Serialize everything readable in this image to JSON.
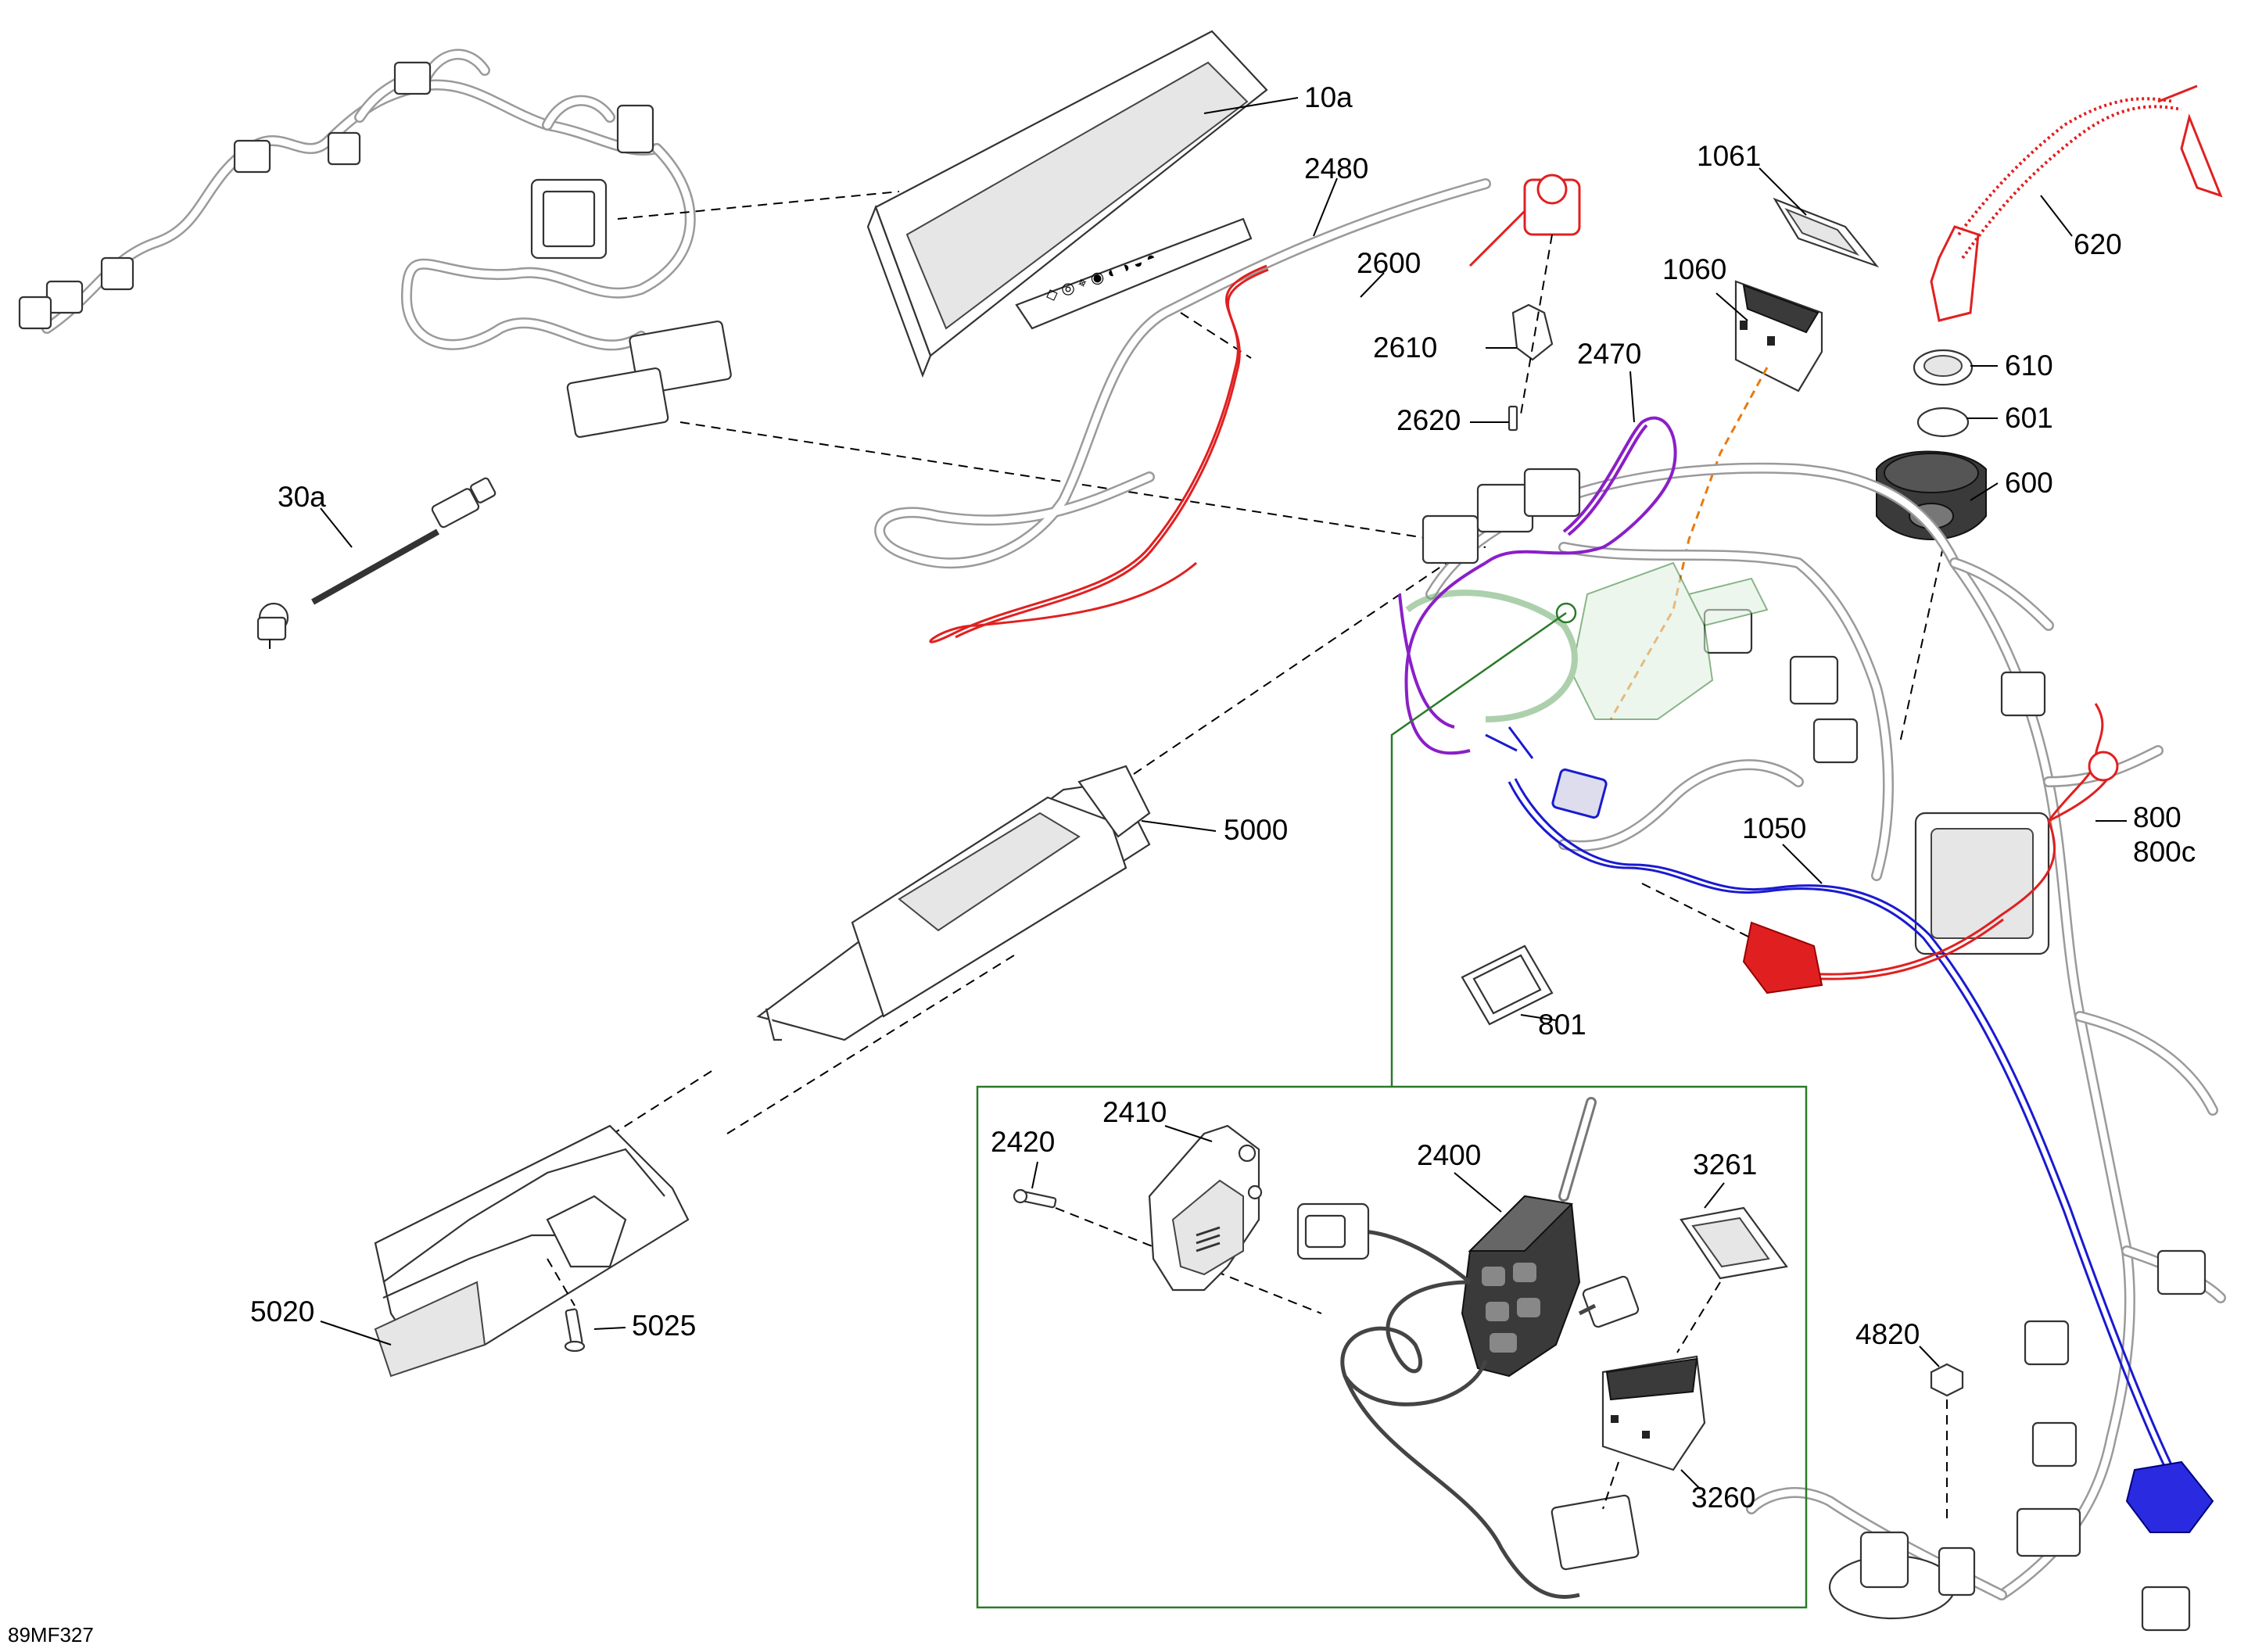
{
  "diagram": {
    "figure_code": "89MF327",
    "callouts": {
      "p10a": "10a",
      "p2480": "2480",
      "p2600": "2600",
      "p2610": "2610",
      "p2620": "2620",
      "p2470": "2470",
      "p1061": "1061",
      "p1060": "1060",
      "p620": "620",
      "p610": "610",
      "p601": "601",
      "p600": "600",
      "p30a": "30a",
      "p5000": "5000",
      "p1050": "1050",
      "p800": "800",
      "p800c": "800c",
      "p801": "801",
      "p5020": "5020",
      "p5025": "5025",
      "p2410": "2410",
      "p2420": "2420",
      "p2400": "2400",
      "p3261": "3261",
      "p3260": "3260",
      "p4820": "4820"
    },
    "colors": {
      "red": "#e02020",
      "blue": "#1a1ad0",
      "purple": "#8a1fc8",
      "orange": "#e87a10",
      "green": "#2a7a2a"
    }
  }
}
